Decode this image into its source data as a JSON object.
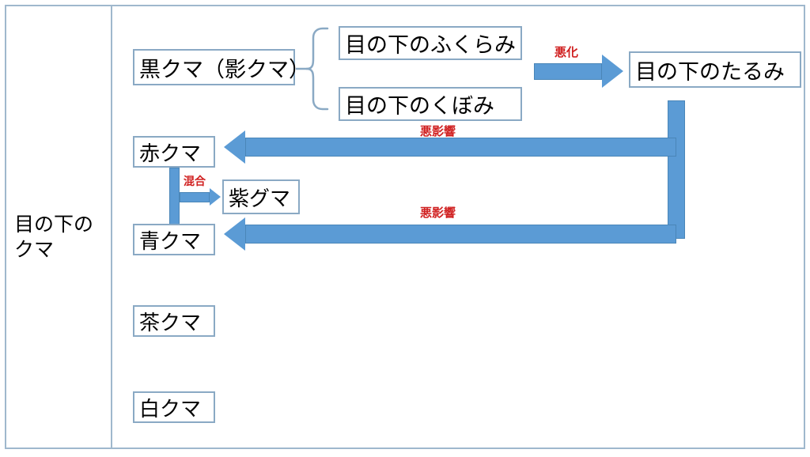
{
  "diagram": {
    "title_label": "目の下の\nクマ",
    "root": {
      "label_line1": "目の下の",
      "label_line2": "クマ"
    },
    "nodes": {
      "kuro_kuma": "黒クマ（影クマ）",
      "fukurami": "目の下のふくらみ",
      "kubomi": "目の下のくぼみ",
      "tarumi": "目の下のたるみ",
      "aka_kuma": "赤クマ",
      "murasaki_guma": "紫グマ",
      "ao_kuma": "青クマ",
      "cha_kuma": "茶クマ",
      "shiro_kuma": "白クマ"
    },
    "edge_labels": {
      "akka": "悪化",
      "akueikyou_upper": "悪影響",
      "akueikyou_lower": "悪影響",
      "kongou": "混合"
    },
    "colors": {
      "arrow_blue": "#5b9bd5",
      "arrow_blue_border": "#4a86b8",
      "box_border": "#8aa9c4",
      "frame_border": "#9fb8cd",
      "label_red": "#d02020",
      "text_black": "#000000",
      "background": "#ffffff"
    }
  }
}
